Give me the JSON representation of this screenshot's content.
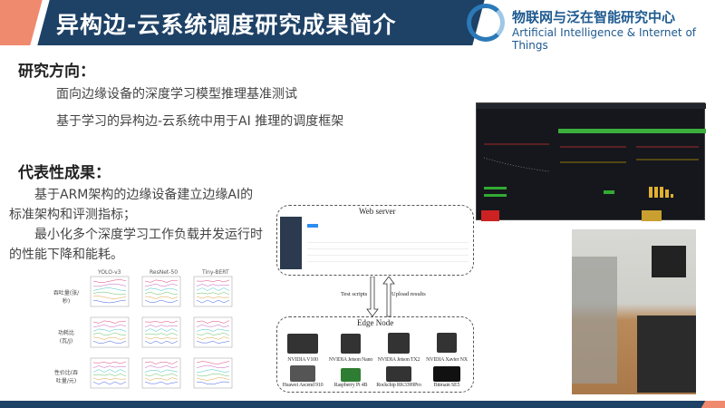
{
  "header": {
    "title": "异构边-云系统调度研究成果简介",
    "logo_cn": "物联网与泛在智能研究中心",
    "logo_en": "Artificial Intelligence & Internet of Things"
  },
  "research": {
    "heading": "研究方向：",
    "items": [
      "面向边缘设备的深度学习模型推理基准测试",
      "基于学习的异构边-云系统中用于AI 推理的调度框架"
    ]
  },
  "results": {
    "heading": "代表性成果：",
    "para1": "基于ARM架构的边缘设备建立边缘AI的标准架构和评测指标；",
    "para2": "最小化多个深度学习工作负载并发运行时的性能下降和能耗。"
  },
  "figure": {
    "columns": [
      "YOLO-v3",
      "ResNet-50",
      "Tiny-BERT"
    ],
    "rows": [
      "吞吐量(张/秒)",
      "功耗比(瓦/J)",
      "性价比(吞吐量/元)"
    ]
  },
  "diagram": {
    "web_server": "Web server",
    "test_scripts": "Test scripts",
    "upload_results": "Upload results",
    "edge_node": "Edge Node",
    "devices": [
      "NVIDIA V100",
      "NVIDIA Jetson Nano",
      "NVIDIA Jetson TX2",
      "NVIDIA Xavier NX",
      "Huawei Ascend 910",
      "Raspberry Pi 4B",
      "Rockchip RK3399Pro",
      "Bitmain SE5"
    ]
  },
  "colors": {
    "navy": "#1e4166",
    "coral": "#f08a6e"
  }
}
